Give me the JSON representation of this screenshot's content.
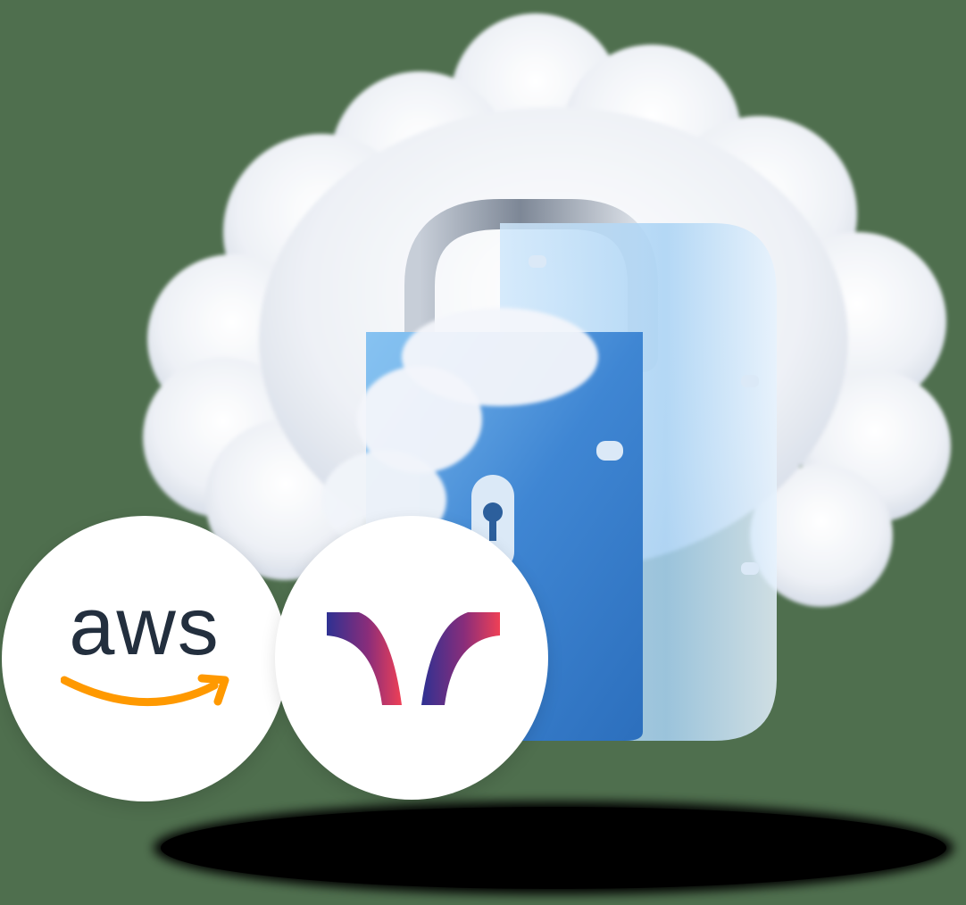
{
  "scene": {
    "background_color": "#4f6f4e",
    "cloud_color": "#f4f6fa",
    "lock_body_color": "#4a90d9",
    "lock_glass_color": "#a9d4f5",
    "shackle_color": "#8f9aa8",
    "shadow_color": "#000000"
  },
  "logos": {
    "aws": {
      "text": "aws",
      "text_color": "#232f3e",
      "smile_color": "#ff9900",
      "icon": "aws-logo"
    },
    "partner": {
      "icon": "v-shaped-logo",
      "gradient_start": "#2e3192",
      "gradient_end": "#ef4056"
    }
  }
}
